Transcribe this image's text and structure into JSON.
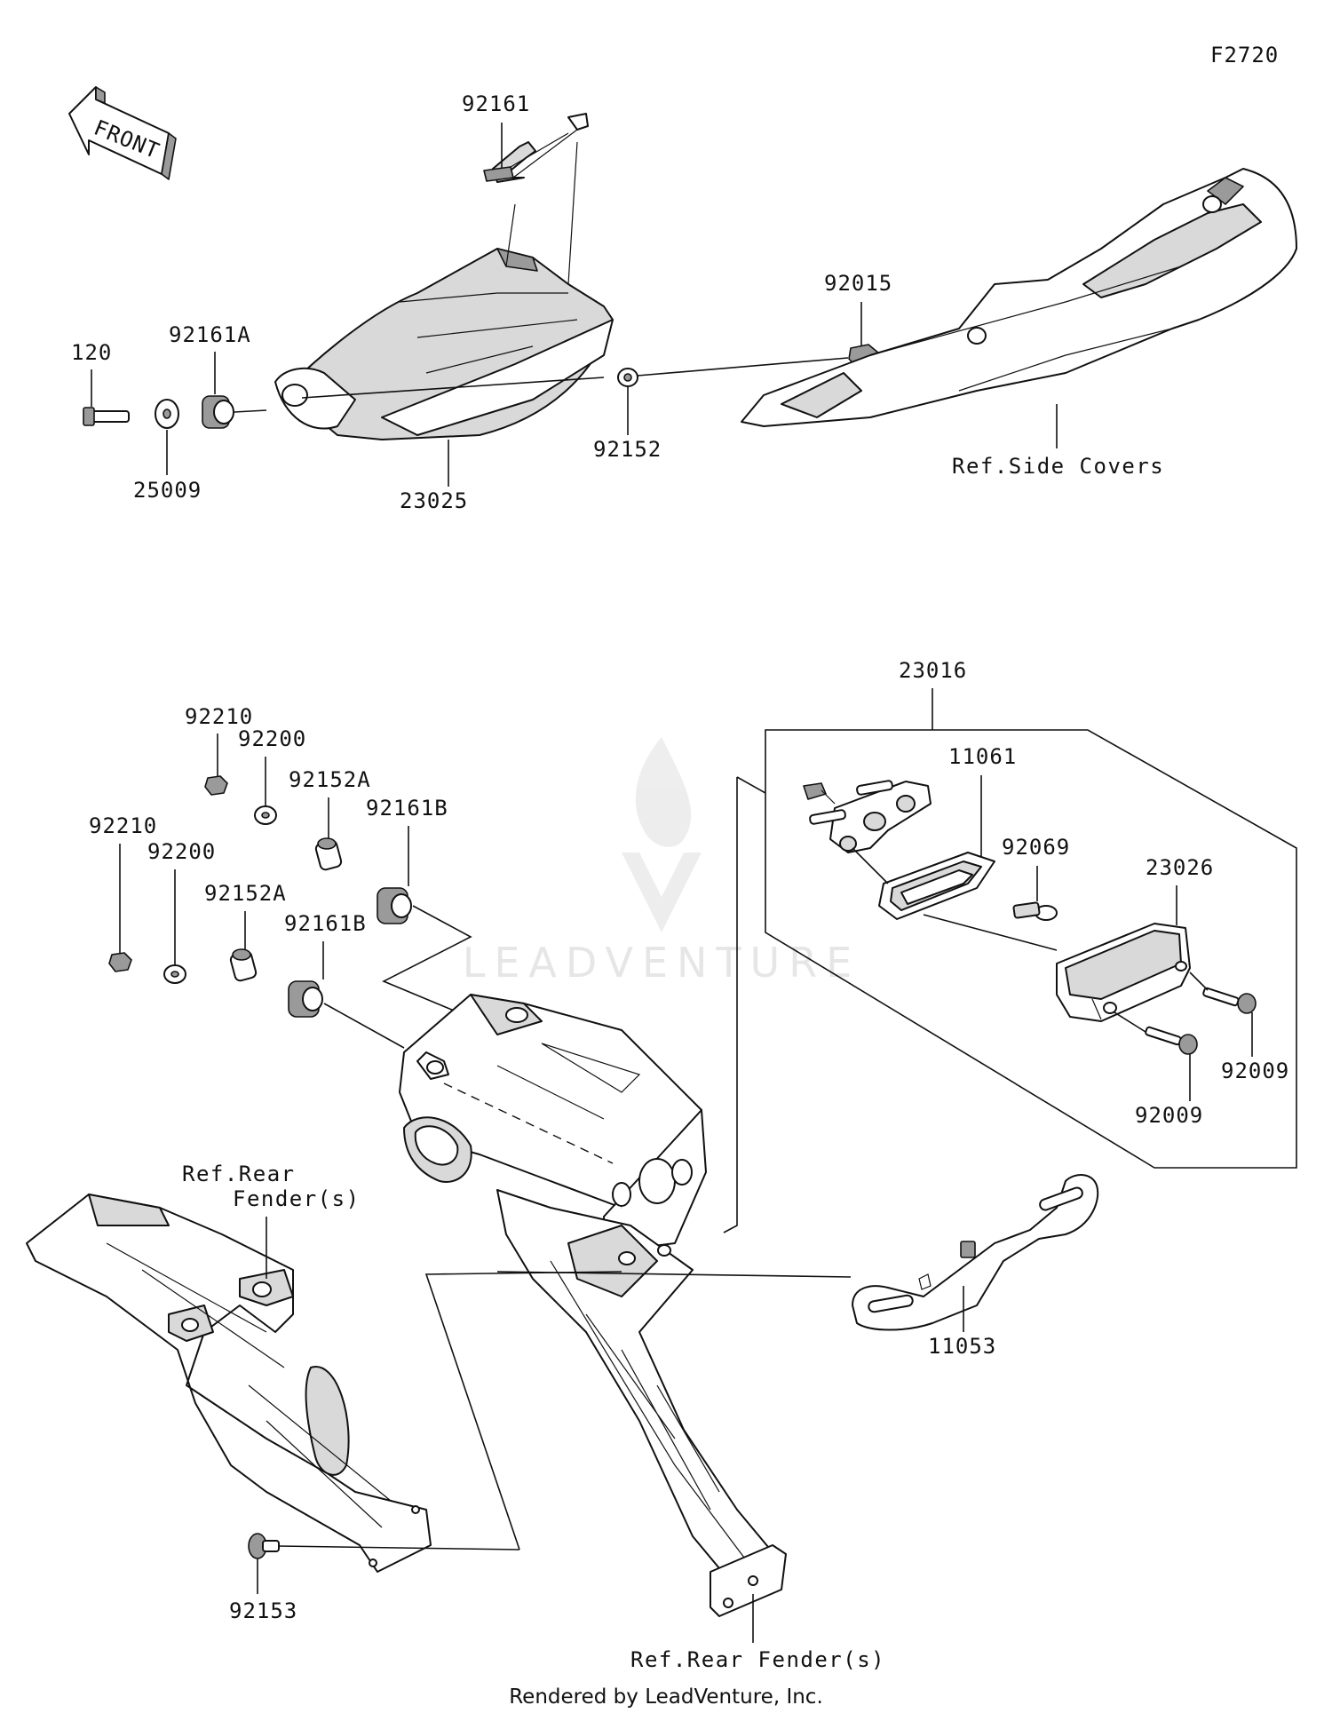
{
  "diagram_code": "F2720",
  "front_label": "FRONT",
  "watermark": "LEADVENTURE",
  "footer": "Rendered by LeadVenture, Inc.",
  "labels": {
    "p92161": "92161",
    "p120": "120",
    "p92161A": "92161A",
    "p25009": "25009",
    "p23025": "23025",
    "p92015": "92015",
    "p92152": "92152",
    "ref_side_covers": "Ref.Side Covers",
    "p23016": "23016",
    "p11061": "11061",
    "p92069": "92069",
    "p23026": "23026",
    "p92009_a": "92009",
    "p92009_b": "92009",
    "p92210_a": "92210",
    "p92200_a": "92200",
    "p92152A_a": "92152A",
    "p92161B_a": "92161B",
    "p92210_b": "92210",
    "p92200_b": "92200",
    "p92152A_b": "92152A",
    "p92161B_b": "92161B",
    "ref_rear_fender_1": "Ref.Rear",
    "ref_rear_fender_2": "Fender(s)",
    "p11053": "11053",
    "p92153": "92153",
    "ref_rear_fender_bottom": "Ref.Rear Fender(s)"
  }
}
